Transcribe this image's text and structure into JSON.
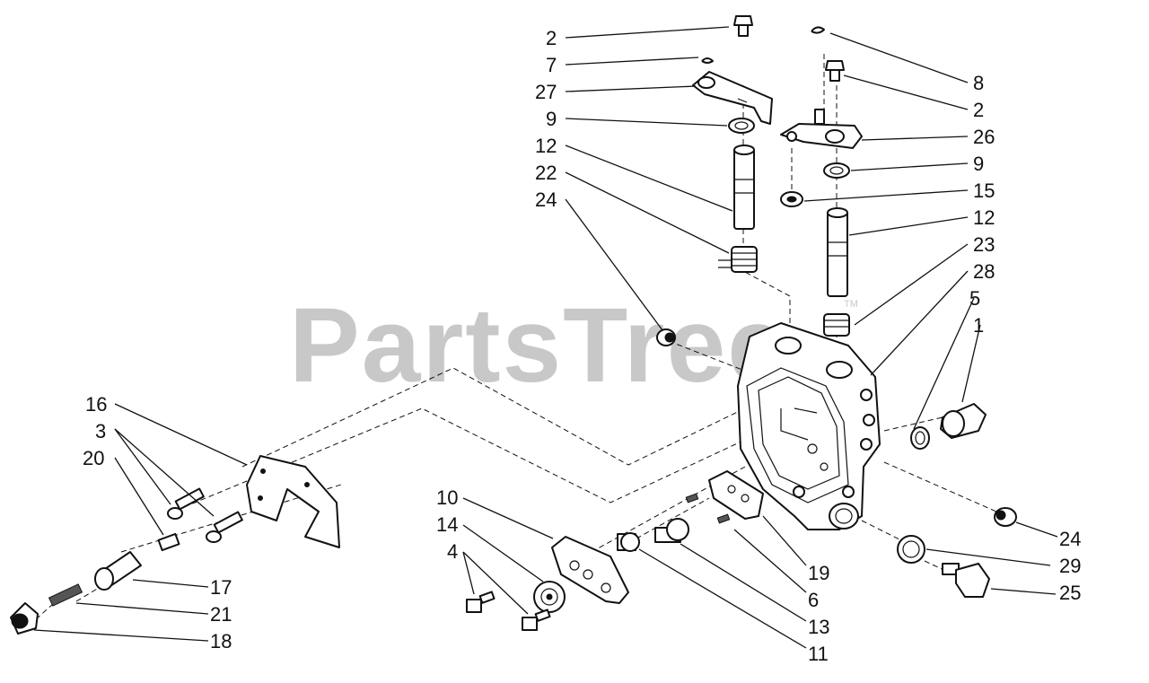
{
  "watermark": {
    "text": "PartsTree",
    "tm": "TM"
  },
  "callouts": [
    {
      "id": "c2a",
      "label": "2"
    },
    {
      "id": "c7",
      "label": "7"
    },
    {
      "id": "c27",
      "label": "27"
    },
    {
      "id": "c9a",
      "label": "9"
    },
    {
      "id": "c12a",
      "label": "12"
    },
    {
      "id": "c22",
      "label": "22"
    },
    {
      "id": "c24a",
      "label": "24"
    },
    {
      "id": "c8",
      "label": "8"
    },
    {
      "id": "c2b",
      "label": "2"
    },
    {
      "id": "c26",
      "label": "26"
    },
    {
      "id": "c9b",
      "label": "9"
    },
    {
      "id": "c15",
      "label": "15"
    },
    {
      "id": "c12b",
      "label": "12"
    },
    {
      "id": "c23",
      "label": "23"
    },
    {
      "id": "c28",
      "label": "28"
    },
    {
      "id": "c5",
      "label": "5"
    },
    {
      "id": "c1",
      "label": "1"
    },
    {
      "id": "c16",
      "label": "16"
    },
    {
      "id": "c3",
      "label": "3"
    },
    {
      "id": "c20",
      "label": "20"
    },
    {
      "id": "c17",
      "label": "17"
    },
    {
      "id": "c21",
      "label": "21"
    },
    {
      "id": "c18",
      "label": "18"
    },
    {
      "id": "c10",
      "label": "10"
    },
    {
      "id": "c14",
      "label": "14"
    },
    {
      "id": "c4",
      "label": "4"
    },
    {
      "id": "c19",
      "label": "19"
    },
    {
      "id": "c6",
      "label": "6"
    },
    {
      "id": "c13",
      "label": "13"
    },
    {
      "id": "c11",
      "label": "11"
    },
    {
      "id": "c24b",
      "label": "24"
    },
    {
      "id": "c29",
      "label": "29"
    },
    {
      "id": "c25",
      "label": "25"
    }
  ]
}
